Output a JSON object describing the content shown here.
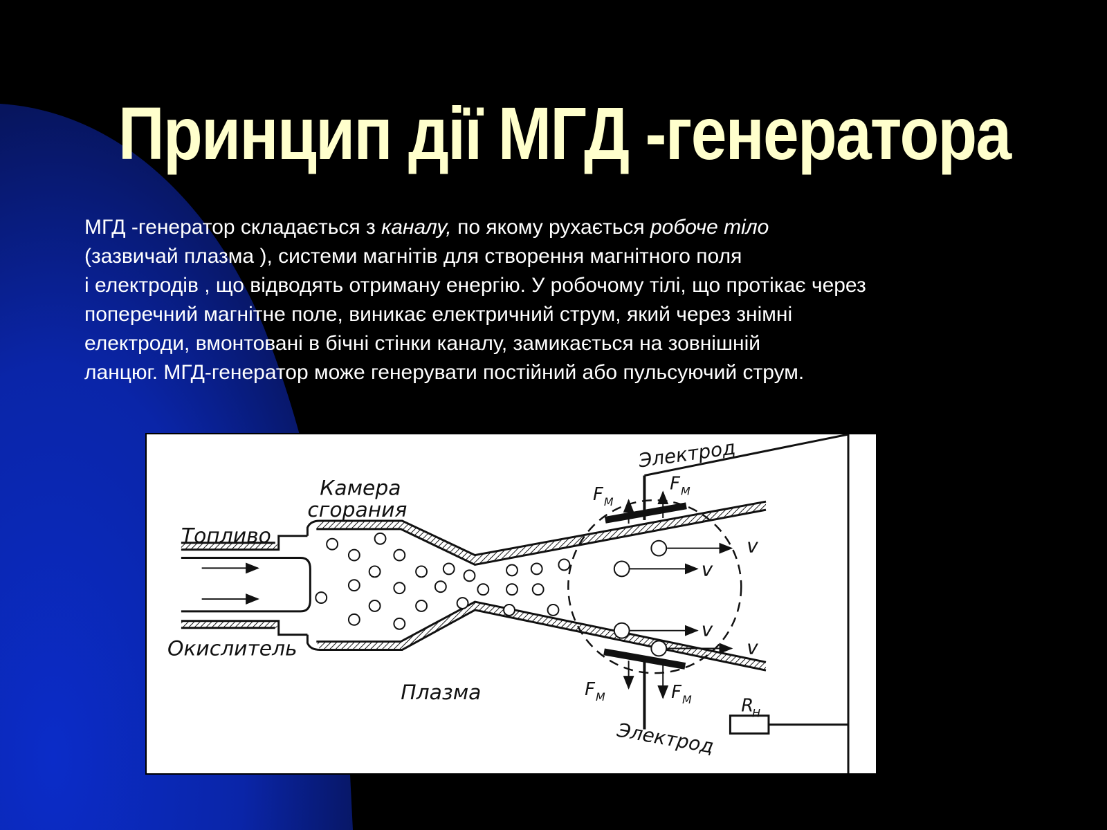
{
  "slide": {
    "title": "Принцип дії МГД -генератора",
    "paragraph": {
      "line1_a": "МГД -генератор складається з ",
      "line1_b": "каналу,",
      "line1_c": " по якому рухається ",
      "line1_d": "робоче  тіло",
      "line2": "(зазвичай плазма ), системи магнітів для створення магнітного поля",
      "line3": "і електродів , що відводять отриману енергію. У робочому тілі, що протікає через",
      "line4": "поперечний магнітне поле, виникає електричний струм, який через знімні",
      "line5": "електроди, вмонтовані в бічні стінки каналу, замикається на зовнішній",
      "line6": "ланцюг. МГД-генератор може генерувати постійний або пульсуючий струм."
    }
  },
  "diagram": {
    "labels": {
      "fuel": "Топливо",
      "chamber_1": "Камера",
      "chamber_2": "сгорания",
      "oxidizer": "Окислитель",
      "plasma": "Плазма",
      "electrode_top": "Электрод",
      "electrode_bottom": "Электрод",
      "force_symbol": "F",
      "force_subscript": "М",
      "velocity_symbol": "v",
      "load_symbol": "R",
      "load_subscript": "Н"
    }
  },
  "colors": {
    "background": "#000000",
    "blue_shape": "#0A2AB8",
    "title": "#FFFFCC",
    "text": "#FFFFFF"
  }
}
